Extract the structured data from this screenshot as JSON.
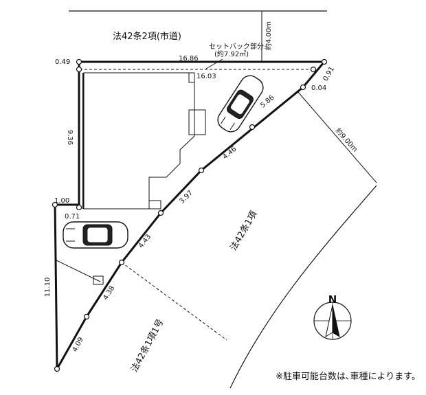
{
  "roads": {
    "north": "法42条2項(市道)",
    "east": "法42条1項",
    "south": "法42条1項1号"
  },
  "setback": {
    "label": "セットバック部分",
    "area": "(約7.92㎡)",
    "width": "約4.00m"
  },
  "road_width_east": "約9.00m",
  "dimensions": {
    "d_16_86": "16.86",
    "d_16_03": "16.03",
    "d_0_49": "0.49",
    "d_0_91": "0.91",
    "d_0_04": "0.04",
    "d_5_86": "5.86",
    "d_4_46": "4.46",
    "d_3_97": "3.97",
    "d_4_43": "4.43",
    "d_4_38": "4.38",
    "d_4_09": "4.09",
    "d_9_36": "9.36",
    "d_1_00": "1.00",
    "d_0_71": "0.71",
    "d_11_10": "11.10"
  },
  "north_label": "N",
  "note": "※駐車可能台数は､車種によります。"
}
